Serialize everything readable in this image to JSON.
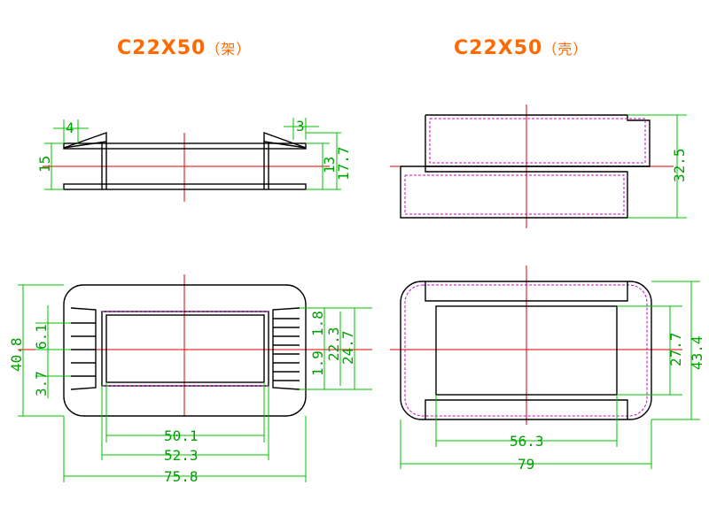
{
  "titles": {
    "left": {
      "model": "C22X50",
      "suffix": "（架）"
    },
    "right": {
      "model": "C22X50",
      "suffix": "（壳）"
    }
  },
  "dims": {
    "frame_side": {
      "left_lip": "4",
      "right_lip": "3",
      "height_left": "15",
      "height_inner": "13",
      "height_total": "17.7"
    },
    "shell_side": {
      "height": "32.5"
    },
    "frame_top": {
      "total_height": "40.8",
      "pin_pitch": "6.1",
      "pin_offset": "3.7",
      "pin_pitch_right": "1.8",
      "pin_gap": "1.9",
      "inner_h1": "22.3",
      "inner_h2": "24.7",
      "w1": "50.1",
      "w2": "52.3",
      "w3": "75.8"
    },
    "shell_top": {
      "inner_h": "27.7",
      "outer_h": "43.4",
      "inner_w": "56.3",
      "outer_w": "79"
    }
  },
  "colors": {
    "title": "#ff6a00",
    "dimension": "#00c000",
    "outline": "#000000",
    "center_line": "#e00000",
    "hidden_line": "#d000d0"
  }
}
